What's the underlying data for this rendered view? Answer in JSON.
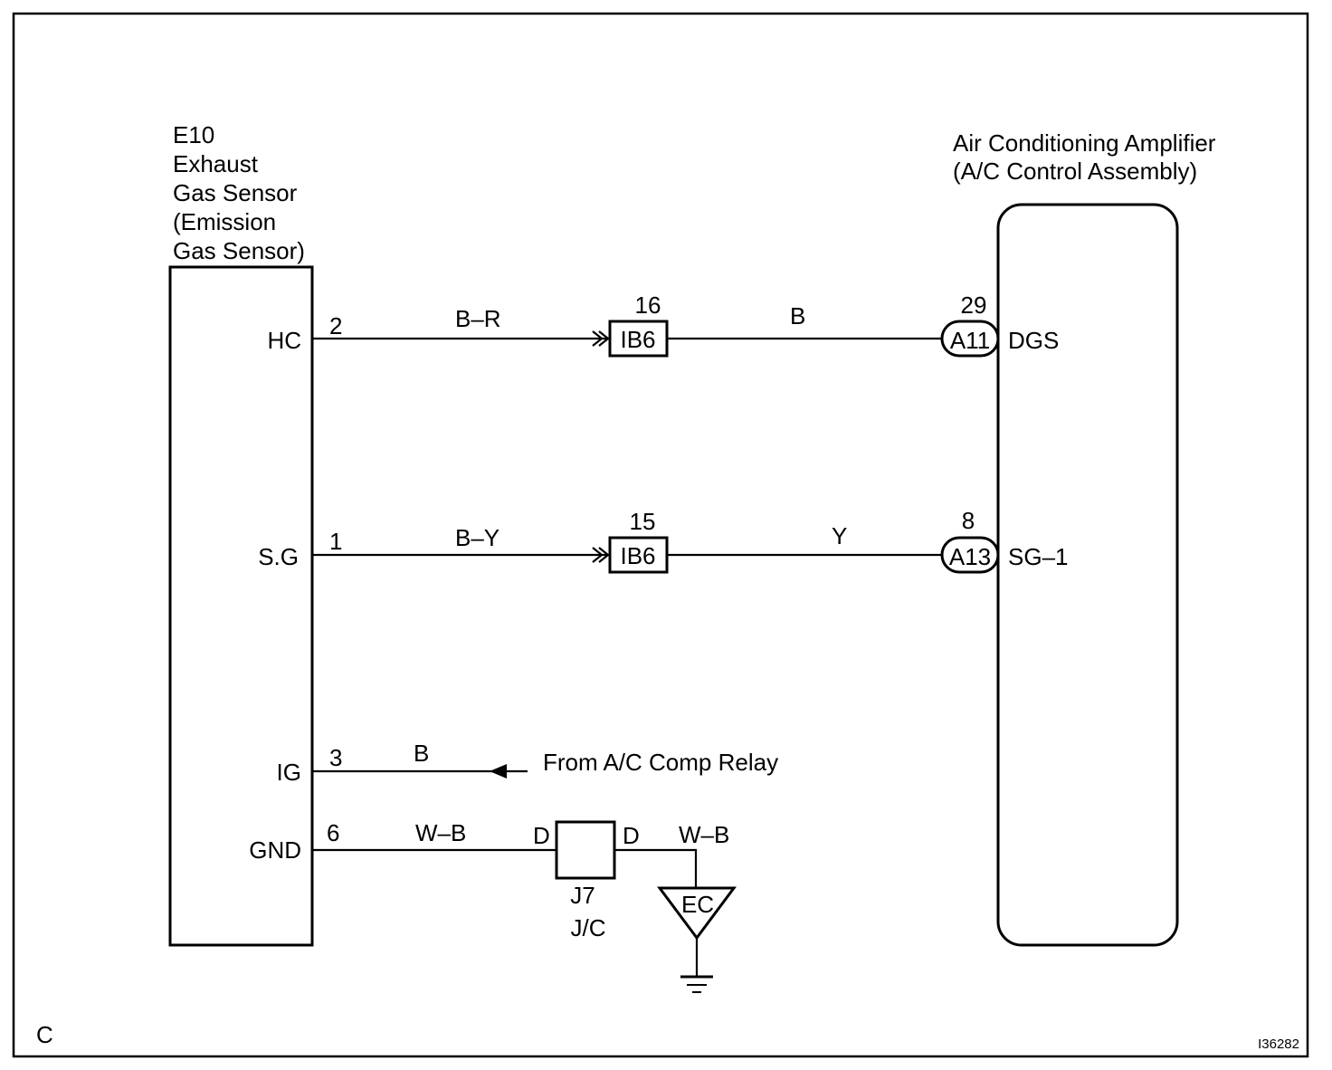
{
  "page_letter": "C",
  "figure_id": "I36282",
  "sensor": {
    "title_lines": [
      "E10",
      "Exhaust",
      "Gas Sensor",
      "(Emission",
      "Gas Sensor)"
    ],
    "pins": {
      "hc": {
        "name": "HC",
        "number": "2"
      },
      "sg": {
        "name": "S.G",
        "number": "1"
      },
      "ig": {
        "name": "IG",
        "number": "3"
      },
      "gnd": {
        "name": "GND",
        "number": "6"
      }
    }
  },
  "amplifier": {
    "title_lines": [
      "Air Conditioning Amplifier",
      "(A/C Control Assembly)"
    ],
    "pins": {
      "dgs": {
        "name": "DGS",
        "number": "29",
        "connector": "A11"
      },
      "sg1": {
        "name": "SG–1",
        "number": "8",
        "connector": "A13"
      }
    }
  },
  "wires": {
    "hc_left": "B–R",
    "hc_right": "B",
    "sg_left": "B–Y",
    "sg_right": "Y",
    "ig": "B",
    "gnd_left": "W–B",
    "gnd_right": "W–B"
  },
  "connectors": {
    "ib6_top": {
      "label": "IB6",
      "pin": "16"
    },
    "ib6_bottom": {
      "label": "IB6",
      "pin": "15"
    }
  },
  "junction": {
    "id": "J7",
    "type": "J/C",
    "pin_left": "D",
    "pin_right": "D"
  },
  "ground": {
    "label": "EC"
  },
  "ig_source": "From A/C Comp Relay"
}
